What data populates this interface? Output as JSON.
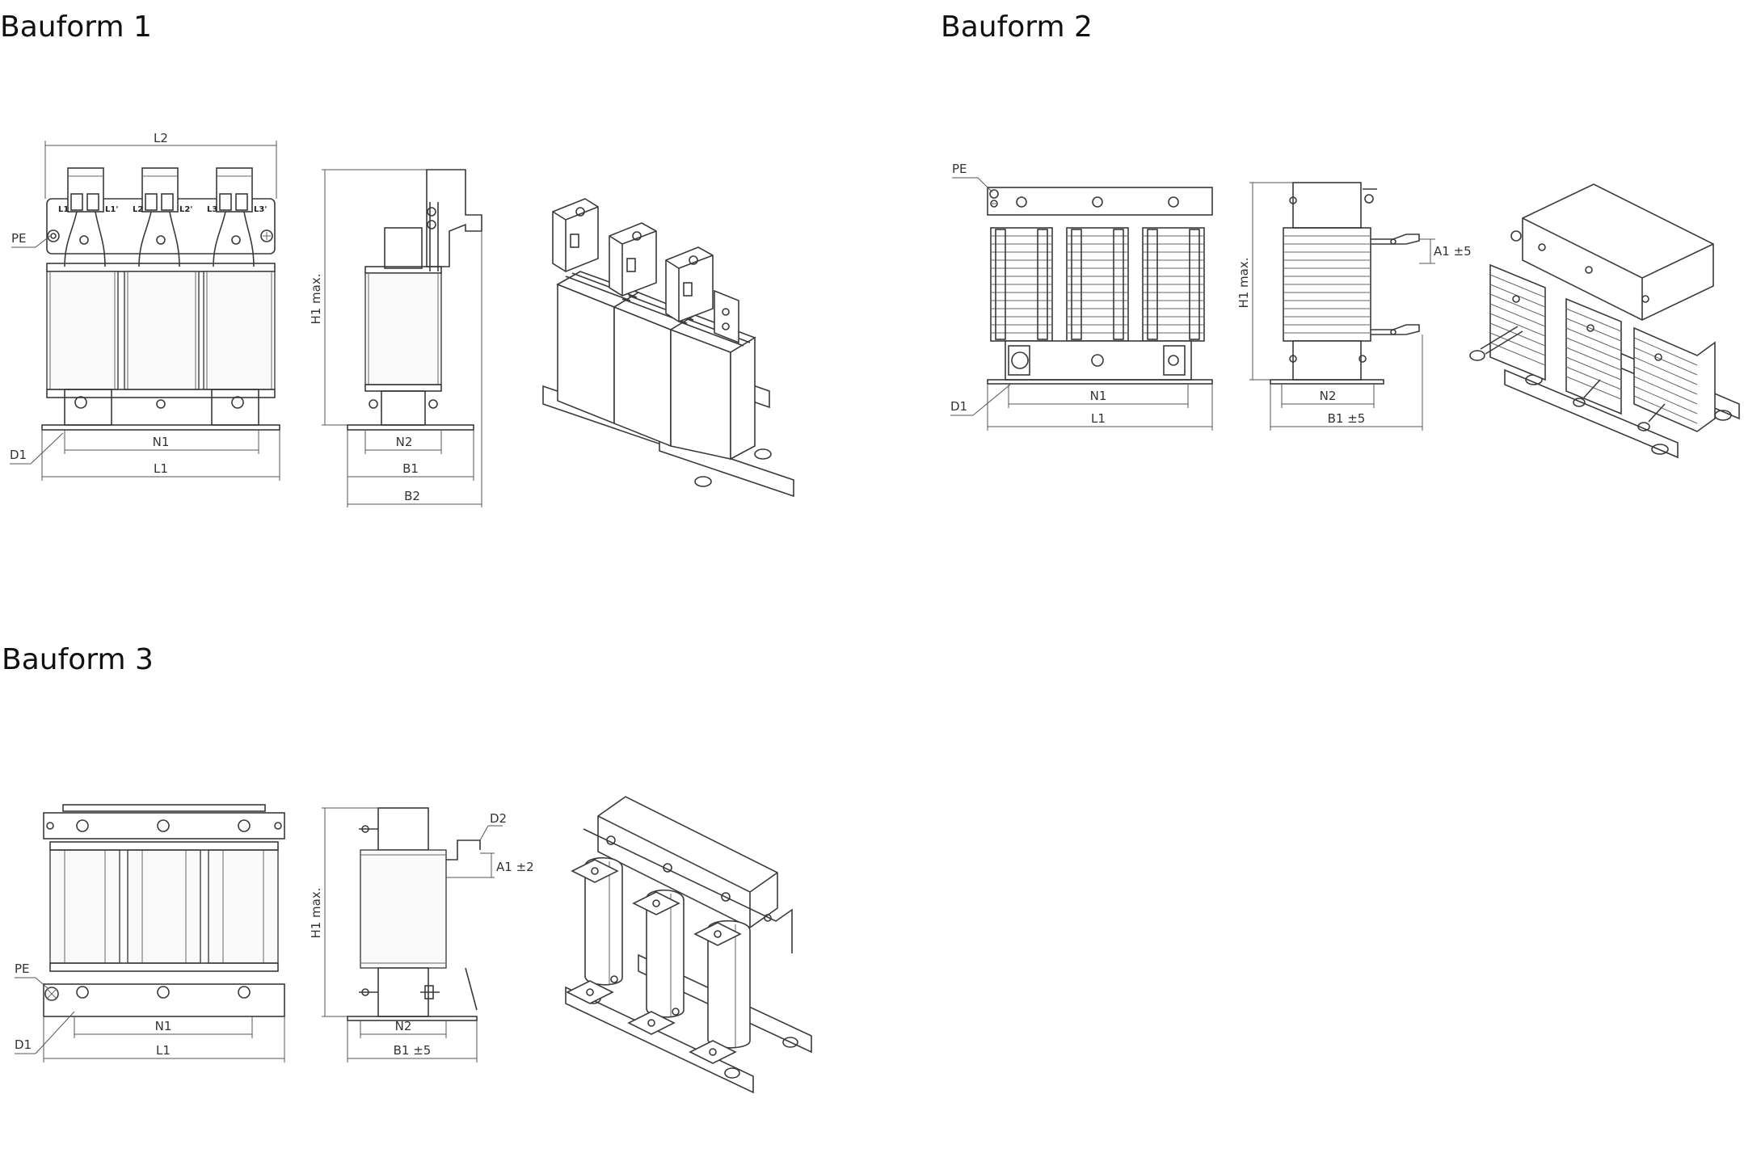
{
  "sections": {
    "bauform1": {
      "title": "Bauform 1"
    },
    "bauform2": {
      "title": "Bauform 2"
    },
    "bauform3": {
      "title": "Bauform 3"
    }
  },
  "labels": {
    "b1": {
      "L2": "L2",
      "PE": "PE",
      "D1": "D1",
      "N1": "N1",
      "L1": "L1",
      "H1": "H1 max.",
      "N2": "N2",
      "B1": "B1",
      "B2": "B2",
      "t_L1": "L1",
      "t_L1p": "L1'",
      "t_L2": "L2",
      "t_L2p": "L2'",
      "t_L3": "L3",
      "t_L3p": "L3'"
    },
    "b2": {
      "PE": "PE",
      "D1": "D1",
      "N1": "N1",
      "L1": "L1",
      "H1": "H1 max.",
      "N2": "N2",
      "B1": "B1 ±5",
      "A1": "A1 ±5"
    },
    "b3": {
      "PE": "PE",
      "D1": "D1",
      "N1": "N1",
      "L1": "L1",
      "H1": "H1 max.",
      "N2": "N2",
      "B1": "B1 ±5",
      "A1": "A1 ±2",
      "D2": "D2"
    }
  }
}
